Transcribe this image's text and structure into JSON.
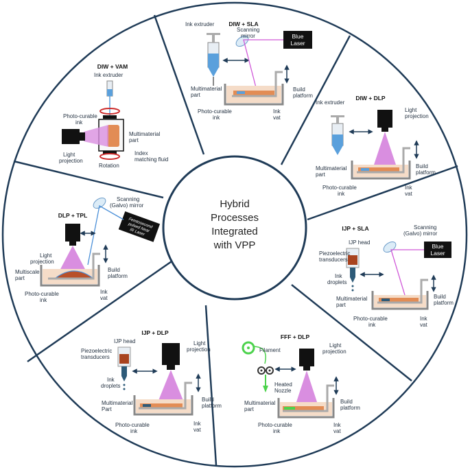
{
  "center": {
    "lines": [
      "Hybrid",
      "Processes",
      "Integrated",
      "with VPP"
    ]
  },
  "colors": {
    "ring": "#1f3b57",
    "light_beam": "#d98ee0",
    "laser_line": "#d058d8",
    "ink_blue": "#5aa0dc",
    "part_orange": "#e28c55",
    "resin": "#f5dcc8",
    "filament_green": "#4cd24c",
    "galvo_line": "#4a8fd8"
  },
  "panels": {
    "diw_sla": {
      "title": "DIW + SLA",
      "ink_extruder": "Ink extruder",
      "scanning_mirror": [
        "Scanning",
        "mirror"
      ],
      "laser": [
        "Blue",
        "Laser"
      ],
      "multimaterial_part": [
        "Multimaterial",
        "part"
      ],
      "photo_curable_ink": [
        "Photo-curable",
        "ink"
      ],
      "ink_vat": [
        "Ink",
        "vat"
      ],
      "build_platform": [
        "Build",
        "platform"
      ]
    },
    "diw_dlp": {
      "title": "DIW + DLP",
      "ink_extruder": "Ink extruder",
      "light_projection": [
        "Light",
        "projection"
      ],
      "build_platform": [
        "Build",
        "platform"
      ],
      "multimaterial_part": [
        "Multimaterial",
        "part"
      ],
      "photo_curable_ink": [
        "Photo-curable",
        "ink"
      ],
      "ink_vat": [
        "Ink",
        "vat"
      ]
    },
    "ijp_sla": {
      "title": "IJP + SLA",
      "scanning_mirror": [
        "Scanning",
        "(Galvo) mirror"
      ],
      "laser": [
        "Blue",
        "Laser"
      ],
      "ijp_head": "IJP head",
      "piezo": [
        "Piezoelectric",
        "transducers"
      ],
      "ink_droplets": [
        "Ink",
        "droplets"
      ],
      "build_platform": [
        "Build",
        "platform"
      ],
      "multimaterial_part": [
        "Multimaterial",
        "part"
      ],
      "photo_curable_ink": [
        "Photo-curable",
        "ink"
      ],
      "ink_vat": [
        "Ink",
        "vat"
      ]
    },
    "fff_dlp": {
      "title": "FFF + DLP",
      "filament": "Filament",
      "light_projection": [
        "Light",
        "projection"
      ],
      "heated_nozzle": [
        "Heated",
        "Nozzle"
      ],
      "multimaterial_part": [
        "Multimaterial",
        "part"
      ],
      "build_platform": [
        "Build",
        "platform"
      ],
      "photo_curable_ink": [
        "Photo-curable",
        "ink"
      ],
      "ink_vat": [
        "Ink",
        "vat"
      ]
    },
    "ijp_dlp": {
      "title": "IJP + DLP",
      "ijp_head": "IJP head",
      "light_projection": [
        "Light",
        "projection"
      ],
      "piezo": [
        "Piezoelectric",
        "transducers"
      ],
      "ink_droplets": [
        "Ink",
        "droplets"
      ],
      "build_platform": [
        "Build",
        "platform"
      ],
      "multimaterial_part": [
        "Multimaterial",
        "Part"
      ],
      "photo_curable_ink": [
        "Photo-curable",
        "ink"
      ],
      "ink_vat": [
        "Ink",
        "vat"
      ]
    },
    "dlp_tpl": {
      "title": "DLP + TPL",
      "scanning_mirror": [
        "Scanning",
        "(Galvo) mirror"
      ],
      "laser": [
        "Femtosecond",
        "pulsed Near",
        "IR Laser"
      ],
      "light_projection": [
        "Light",
        "projection"
      ],
      "build_platform": [
        "Build",
        "platform"
      ],
      "multiscale_part": [
        "Multiscale",
        "part"
      ],
      "photo_curable_ink": [
        "Photo-curable",
        "ink"
      ],
      "ink_vat": [
        "Ink",
        "vat"
      ]
    },
    "diw_vam": {
      "title": "DIW + VAM",
      "ink_extruder": "Ink extruder",
      "photo_curable_ink": [
        "Photo-curable",
        "ink"
      ],
      "multimaterial_part": [
        "Multimaterial",
        "part"
      ],
      "light_projection": [
        "Light",
        "projection"
      ],
      "index_fluid": [
        "Index",
        "matching fluid"
      ],
      "rotation": "Rotation"
    }
  }
}
